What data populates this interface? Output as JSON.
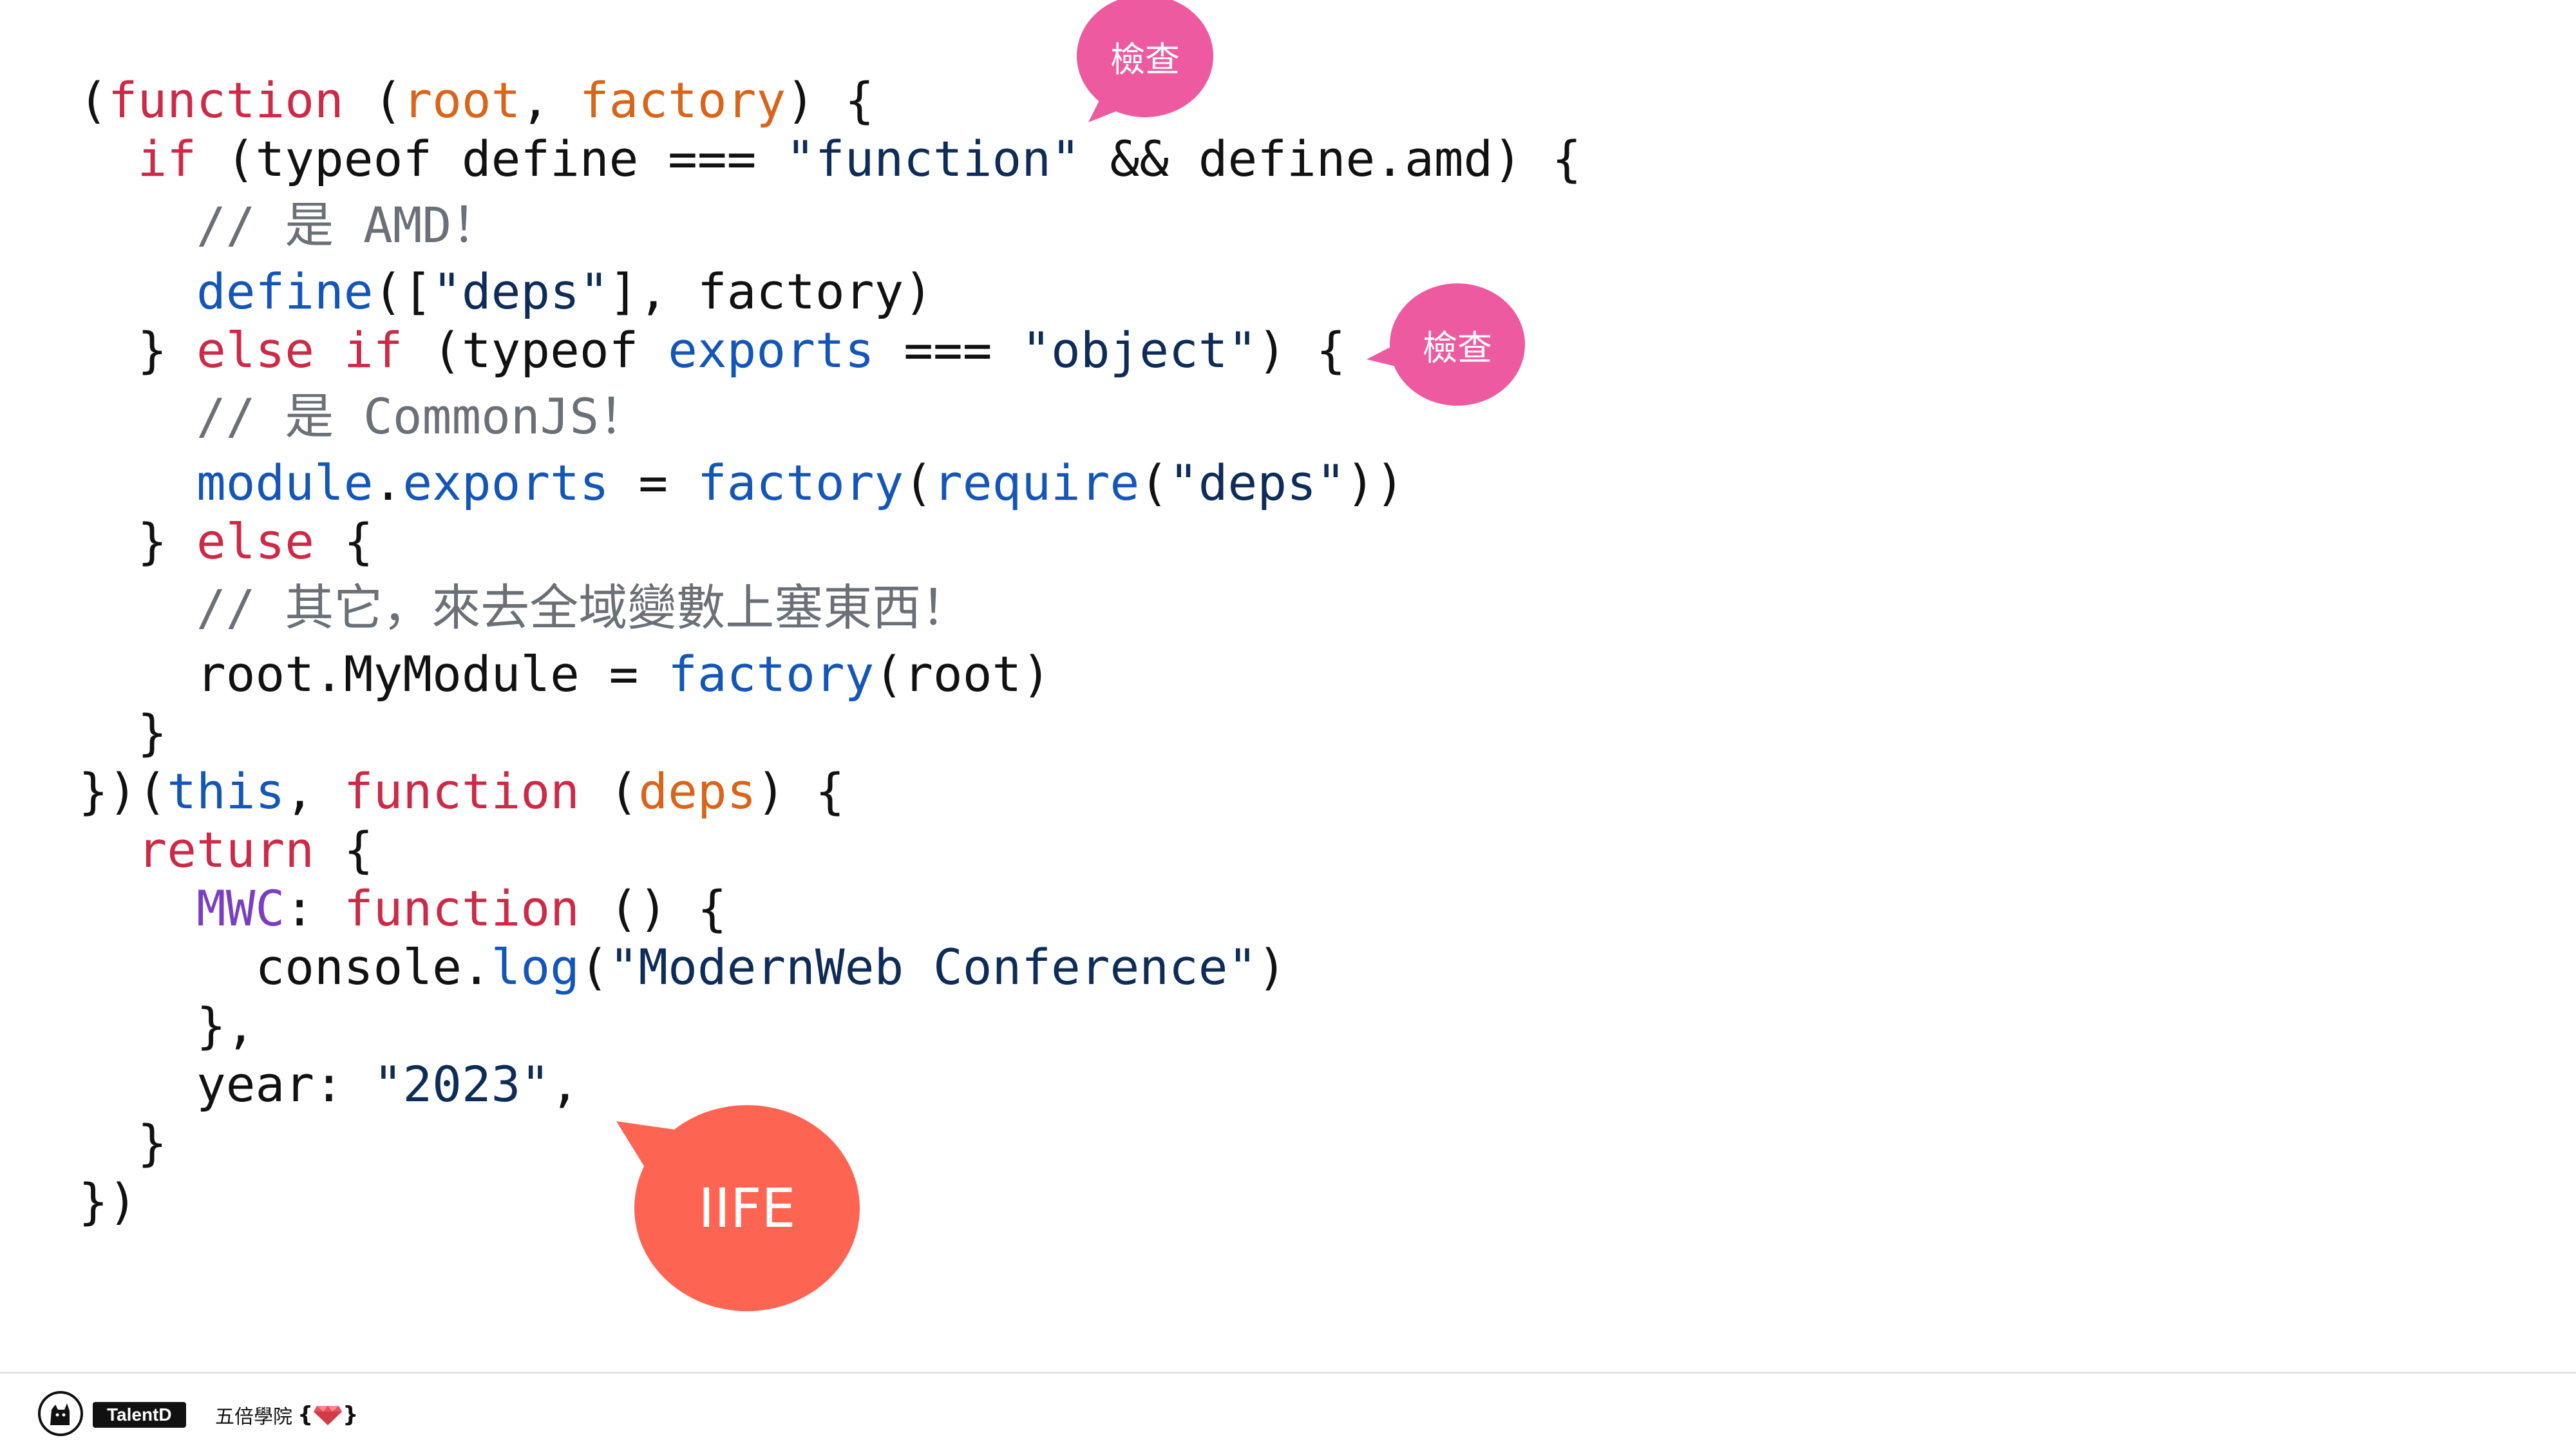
{
  "code_lines": [
    {
      "kind": "code",
      "tokens": [
        {
          "t": "(",
          "c": "#111111"
        },
        {
          "t": "function",
          "c": "#cc2a46"
        },
        {
          "t": " ",
          "c": "#111111"
        },
        {
          "t": "(",
          "c": "#111111"
        },
        {
          "t": "root",
          "c": "#d8651a"
        },
        {
          "t": ", ",
          "c": "#111111"
        },
        {
          "t": "factory",
          "c": "#d8651a"
        },
        {
          "t": ") {",
          "c": "#111111"
        }
      ]
    },
    {
      "kind": "code",
      "tokens": [
        {
          "t": "  ",
          "c": "#111111"
        },
        {
          "t": "if",
          "c": "#cc2a46"
        },
        {
          "t": " (typeof define === ",
          "c": "#111111"
        },
        {
          "t": "\"function\"",
          "c": "#0d2c57"
        },
        {
          "t": " && define.amd) {",
          "c": "#111111"
        }
      ]
    },
    {
      "kind": "comment",
      "tokens": [
        {
          "t": "    // 是 AMD！",
          "c": "#6b6f76"
        }
      ]
    },
    {
      "kind": "code",
      "tokens": [
        {
          "t": "    ",
          "c": "#111111"
        },
        {
          "t": "define",
          "c": "#1456b8"
        },
        {
          "t": "([",
          "c": "#111111"
        },
        {
          "t": "\"deps\"",
          "c": "#0d2c57"
        },
        {
          "t": "], factory)",
          "c": "#111111"
        }
      ]
    },
    {
      "kind": "code",
      "tokens": [
        {
          "t": "  } ",
          "c": "#111111"
        },
        {
          "t": "else",
          "c": "#cc2a46"
        },
        {
          "t": " ",
          "c": "#111111"
        },
        {
          "t": "if",
          "c": "#cc2a46"
        },
        {
          "t": " (typeof ",
          "c": "#111111"
        },
        {
          "t": "exports",
          "c": "#1456b8"
        },
        {
          "t": " === ",
          "c": "#111111"
        },
        {
          "t": "\"object\"",
          "c": "#0d2c57"
        },
        {
          "t": ") {",
          "c": "#111111"
        }
      ]
    },
    {
      "kind": "comment",
      "tokens": [
        {
          "t": "    // 是 CommonJS！",
          "c": "#6b6f76"
        }
      ]
    },
    {
      "kind": "code",
      "tokens": [
        {
          "t": "    ",
          "c": "#111111"
        },
        {
          "t": "module",
          "c": "#1456b8"
        },
        {
          "t": ".",
          "c": "#111111"
        },
        {
          "t": "exports",
          "c": "#1456b8"
        },
        {
          "t": " = ",
          "c": "#111111"
        },
        {
          "t": "factory",
          "c": "#1456b8"
        },
        {
          "t": "(",
          "c": "#111111"
        },
        {
          "t": "require",
          "c": "#1456b8"
        },
        {
          "t": "(",
          "c": "#111111"
        },
        {
          "t": "\"deps\"",
          "c": "#0d2c57"
        },
        {
          "t": "))",
          "c": "#111111"
        }
      ]
    },
    {
      "kind": "code",
      "tokens": [
        {
          "t": "  } ",
          "c": "#111111"
        },
        {
          "t": "else",
          "c": "#cc2a46"
        },
        {
          "t": " {",
          "c": "#111111"
        }
      ]
    },
    {
      "kind": "comment",
      "tokens": [
        {
          "t": "    // 其它，來去全域變數上塞東西！",
          "c": "#6b6f76"
        }
      ]
    },
    {
      "kind": "code",
      "tokens": [
        {
          "t": "    root.MyModule = ",
          "c": "#111111"
        },
        {
          "t": "factory",
          "c": "#1456b8"
        },
        {
          "t": "(root)",
          "c": "#111111"
        }
      ]
    },
    {
      "kind": "code",
      "tokens": [
        {
          "t": "  }",
          "c": "#111111"
        }
      ]
    },
    {
      "kind": "code",
      "tokens": [
        {
          "t": "})(",
          "c": "#111111"
        },
        {
          "t": "this",
          "c": "#1456b8"
        },
        {
          "t": ", ",
          "c": "#111111"
        },
        {
          "t": "function",
          "c": "#cc2a46"
        },
        {
          "t": " (",
          "c": "#111111"
        },
        {
          "t": "deps",
          "c": "#d8651a"
        },
        {
          "t": ") {",
          "c": "#111111"
        }
      ]
    },
    {
      "kind": "code",
      "tokens": [
        {
          "t": "  ",
          "c": "#111111"
        },
        {
          "t": "return",
          "c": "#cc2a46"
        },
        {
          "t": " {",
          "c": "#111111"
        }
      ]
    },
    {
      "kind": "code",
      "tokens": [
        {
          "t": "    ",
          "c": "#111111"
        },
        {
          "t": "MWC",
          "c": "#7a3fc0"
        },
        {
          "t": ": ",
          "c": "#111111"
        },
        {
          "t": "function",
          "c": "#cc2a46"
        },
        {
          "t": " () {",
          "c": "#111111"
        }
      ]
    },
    {
      "kind": "code",
      "tokens": [
        {
          "t": "      console.",
          "c": "#111111"
        },
        {
          "t": "log",
          "c": "#1456b8"
        },
        {
          "t": "(",
          "c": "#111111"
        },
        {
          "t": "\"ModernWeb Conference\"",
          "c": "#0d2c57"
        },
        {
          "t": ")",
          "c": "#111111"
        }
      ]
    },
    {
      "kind": "code",
      "tokens": [
        {
          "t": "    },",
          "c": "#111111"
        }
      ]
    },
    {
      "kind": "code",
      "tokens": [
        {
          "t": "    year: ",
          "c": "#111111"
        },
        {
          "t": "\"2023\"",
          "c": "#0d2c57"
        },
        {
          "t": ",",
          "c": "#111111"
        }
      ]
    },
    {
      "kind": "code",
      "tokens": [
        {
          "t": "  }",
          "c": "#111111"
        }
      ]
    },
    {
      "kind": "code",
      "tokens": [
        {
          "t": "})",
          "c": "#111111"
        }
      ]
    }
  ],
  "bubbles": {
    "check_amd": {
      "label": "檢查",
      "color": "#ee5a9f"
    },
    "check_cjs": {
      "label": "檢查",
      "color": "#ee5a9f"
    },
    "iife": {
      "label": "IIFE",
      "color": "#fd6552"
    }
  },
  "footer": {
    "talentd_label": "TalentD",
    "school_label": "五倍學院",
    "brace_open": "{",
    "brace_close": "}"
  }
}
